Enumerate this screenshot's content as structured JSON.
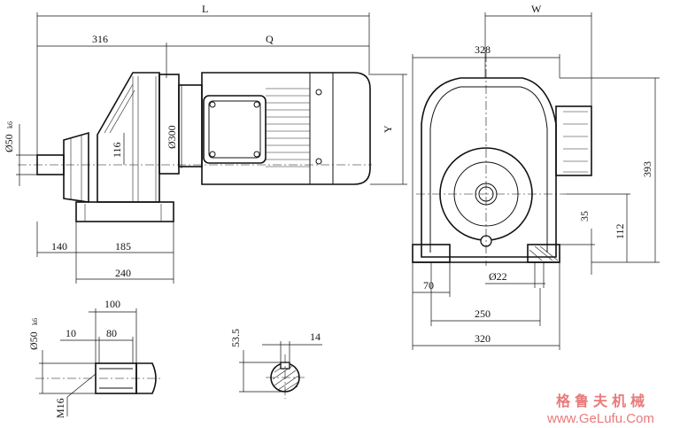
{
  "dims": {
    "L": "L",
    "W": "W",
    "Q": "Q",
    "Y": "Y",
    "d316": "316",
    "d328": "328",
    "d393": "393",
    "d116": "116",
    "d300": "Ø300",
    "d50a": "Ø50",
    "k6a": "k6",
    "d140": "140",
    "d185": "185",
    "d240": "240",
    "d35": "35",
    "d112": "112",
    "d70": "70",
    "d22": "Ø22",
    "d250": "250",
    "d320": "320",
    "d100": "100",
    "d10": "10",
    "d80": "80",
    "d50b": "Ø50",
    "k6b": "k6",
    "m16": "M16",
    "d53": "53.5",
    "d14": "14"
  },
  "watermark": {
    "cn": "格鲁夫机械",
    "url": "www.GeLufu.Com"
  }
}
